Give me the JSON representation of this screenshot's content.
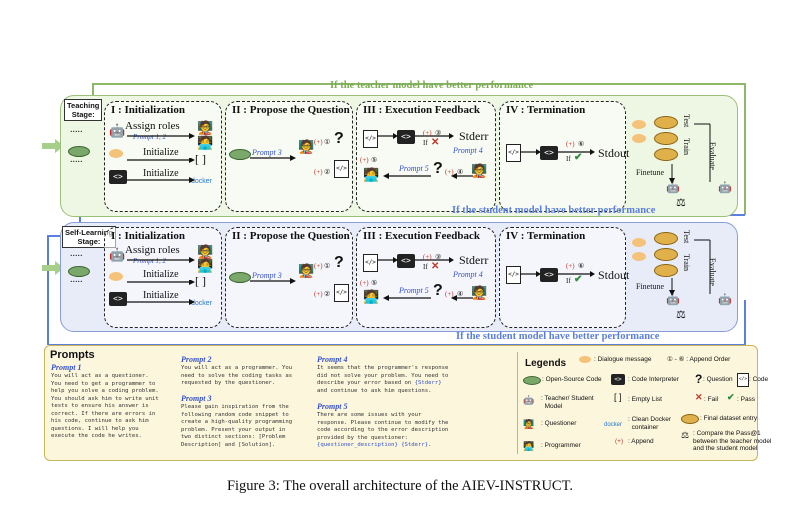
{
  "perf": {
    "teacher_better": "If the teacher model have better performance",
    "student_better": "If the student model have better performance"
  },
  "stages": {
    "teaching": "Teaching\nStage:",
    "self_learning": "Self-Learning\nStage:"
  },
  "phases": {
    "init": "I : Initialization",
    "propose": "II : Propose the Question",
    "feedback": "III : Execution Feedback",
    "termination": "IV : Termination"
  },
  "labels": {
    "assign_roles": "Assign roles",
    "prompt12": "Prompt 1, 2",
    "initialize": "Initialize",
    "empty_list": "[ ]",
    "docker": "docker",
    "prompt3": "Prompt 3",
    "prompt4": "Prompt 4",
    "prompt5": "Prompt 5",
    "stderr": "Stderr",
    "stdout": "Stdout",
    "if": "If",
    "append": "(+)",
    "n1": "①",
    "n2": "②",
    "n3": "③",
    "n4": "④",
    "n5": "⑤",
    "n6": "⑥",
    "test": "Test",
    "train": "Train",
    "finetune": "Finetune",
    "evaluate": "Evaluate",
    "code_sym": "</>",
    "code_term": "<>"
  },
  "prompts": {
    "title": "Prompts",
    "p1": {
      "name": "Prompt 1",
      "text": "You will act as a questioner.\nYou need to get a programmer to\nhelp you solve a coding problem.\nYou should ask him to write unit\ntests to ensure his answer is\ncorrect. If there are errors in\nhis code, continue to ask him\nquestions. I will help you\nexecute the code he writes."
    },
    "p2": {
      "name": "Prompt 2",
      "text": "You will act as a programmer. You\nneed to solve the coding tasks as\nrequested by the questioner."
    },
    "p3": {
      "name": "Prompt 3",
      "text": "Please gain inspiration from the\nfollowing random code snippet to\ncreate a high-quality programming\nproblem. Present your output in\ntwo distinct sections: [Problem\nDescription] and [Solution]."
    },
    "p4": {
      "name": "Prompt 4",
      "text_a": "It seems that the programmer's response\ndid not solve your problem. You need to\ndescribe your error based on ",
      "var_a": "{Stderr}",
      "text_b": "\nand continue to ask him questions."
    },
    "p5": {
      "name": "Prompt 5",
      "text_a": "There are some issues with your\nresponse. Please continue to modify the\ncode according to the error description\nprovided by the questioner:\n",
      "var_a": "{questioner_description} {Stderr}",
      "text_b": "."
    }
  },
  "legends": {
    "title": "Legends",
    "dialogue": ": Dialogue message",
    "append_order": "①  - ⑥ : Append Order",
    "open_source": ": Open-Source Code",
    "code_interpreter": ": Code Interpreter",
    "question": ": Question",
    "code": ": Code",
    "teacher_student": ": Teacher/ Student\n  Model",
    "empty_list": ": Empty List",
    "fail": ": Fail",
    "pass": ": Pass",
    "questioner": ": Questioner",
    "docker_container": ": Clean Docker\n  container",
    "final_dataset": ": Final dataset entry",
    "programmer": ": Programmer",
    "append": ": Append",
    "compare": ": Compare the Pass@1\nbetween the teacher model\nand the student model"
  },
  "caption": "Figure 3: The overall architecture of the AIEV-INSTRUCT."
}
